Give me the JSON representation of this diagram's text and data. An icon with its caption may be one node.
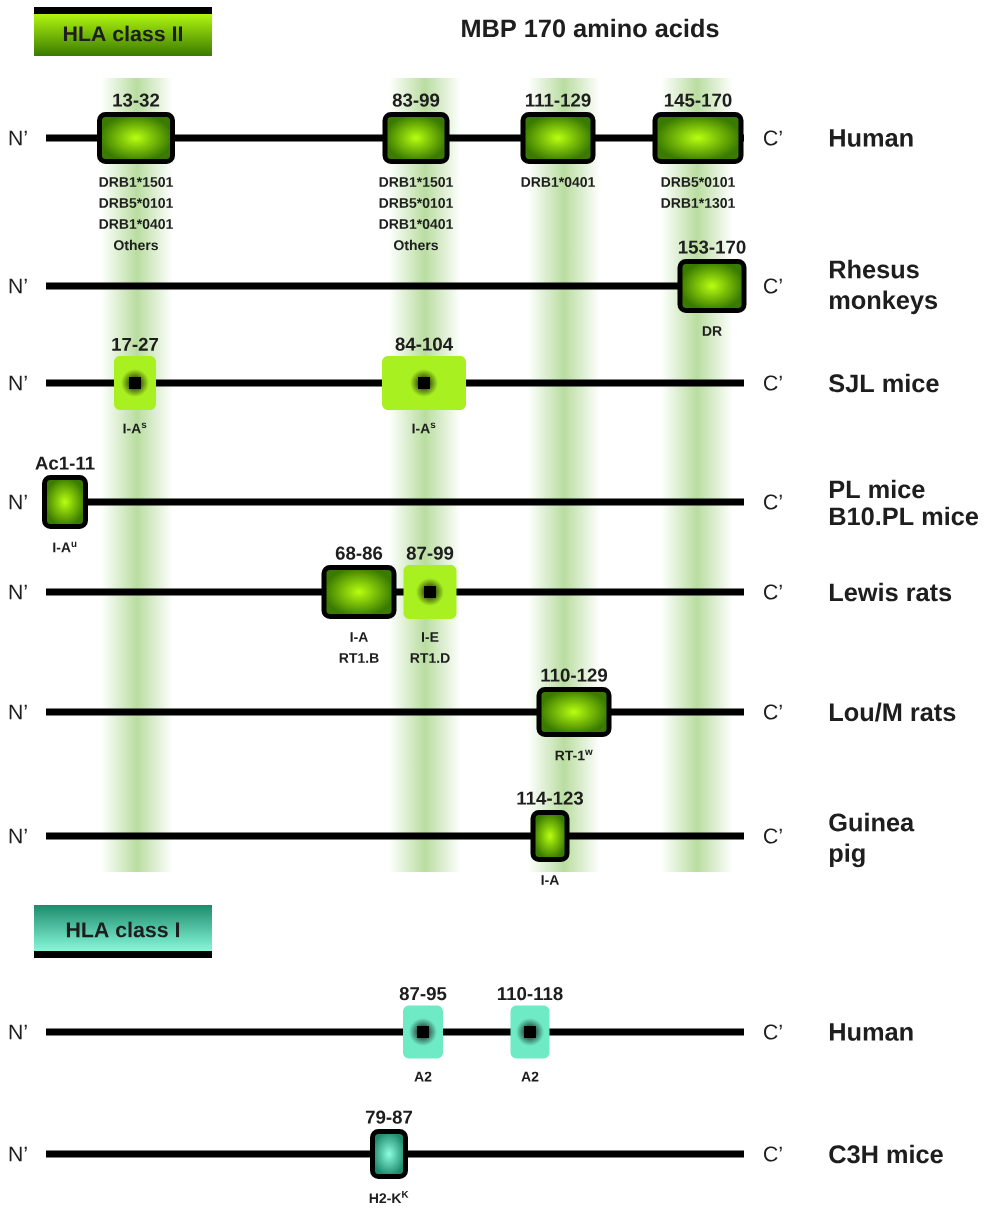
{
  "diagram": {
    "title": "MBP 170 amino acids",
    "nodes": [
      {
        "text": [
          "HLA class II"
        ]
      },
      {
        "text": [
          "13-32"
        ],
        "beside": [
          "DRB1*1501",
          "DRB5*0101",
          "DRB1*0401",
          "Others"
        ]
      },
      {
        "text": [
          "83-99"
        ],
        "beside": [
          "DRB1*1501",
          "DRB5*0101",
          "DRB1*0401",
          "Others"
        ]
      },
      {
        "text": [
          "111-129"
        ],
        "beside": [
          "DRB1*0401"
        ]
      },
      {
        "text": [
          "145-170"
        ],
        "beside": [
          "DRB5*0101",
          "DRB1*1301"
        ]
      },
      {
        "text": [
          "153-170"
        ],
        "beside": [
          "DR"
        ]
      },
      {
        "text": [
          "17-27"
        ],
        "beside": [
          "I-A$^{s}$"
        ]
      },
      {
        "text": [
          "84-104"
        ],
        "beside": [
          "I-A$^{s}$"
        ]
      },
      {
        "text": [
          "Ac1-11"
        ],
        "beside": [
          "I-A$^{u}$"
        ]
      },
      {
        "text": [
          "68-86"
        ],
        "beside": [
          "I-A",
          "RT1.B"
        ]
      },
      {
        "text": [
          "87-99"
        ],
        "beside": [
          "I-E",
          "RT1.D"
        ]
      },
      {
        "text": [
          "110-129"
        ],
        "beside": [
          "RT-1$^{w}$"
        ]
      },
      {
        "text": [
          "114-123"
        ],
        "beside": [
          "I-A"
        ]
      },
      {
        "text": [
          "HLA class I"
        ]
      },
      {
        "text": [
          "87-95"
        ],
        "beside": [
          "A2"
        ]
      },
      {
        "text": [
          "110-118"
        ],
        "beside": [
          "A2"
        ]
      },
      {
        "text": [
          "79-87"
        ],
        "beside": [
          "H2-K$^{K}$"
        ]
      }
    ],
    "labels": [
      "N’",
      "C’",
      "Human",
      "N’",
      "C’",
      "Rhesus monkeys",
      "N’",
      "C’",
      "SJL mice",
      "N’",
      "C’",
      "PL mice",
      "B10.PL mice",
      "N’",
      "C’",
      "Lewis rats",
      "N’",
      "C’",
      "Lou/M rats",
      "N’",
      "C’",
      "Guinea pig",
      "N’",
      "C’",
      "Human",
      "N’",
      "C’",
      "C3H mice"
    ]
  }
}
